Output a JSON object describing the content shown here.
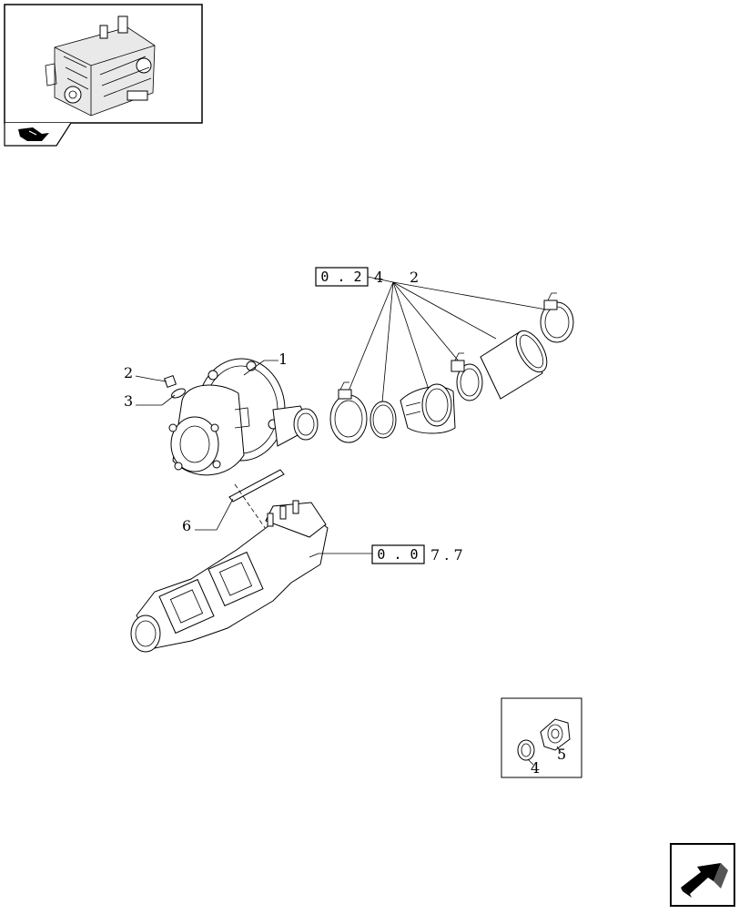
{
  "callouts": {
    "item1": "1",
    "item2": "2",
    "item3": "3",
    "item4": "4",
    "item5": "5",
    "item6": "6"
  },
  "references": {
    "ref_top": {
      "boxed": "0 . 2",
      "suffix_a": "4",
      "suffix_b": "2"
    },
    "ref_mid": {
      "boxed": "0 . 0",
      "suffix": "7 . 7"
    }
  },
  "icons": {
    "thumbnail": "engine-thumbnail-icon",
    "book": "book-hand-icon",
    "next": "next-page-arrow-icon"
  }
}
